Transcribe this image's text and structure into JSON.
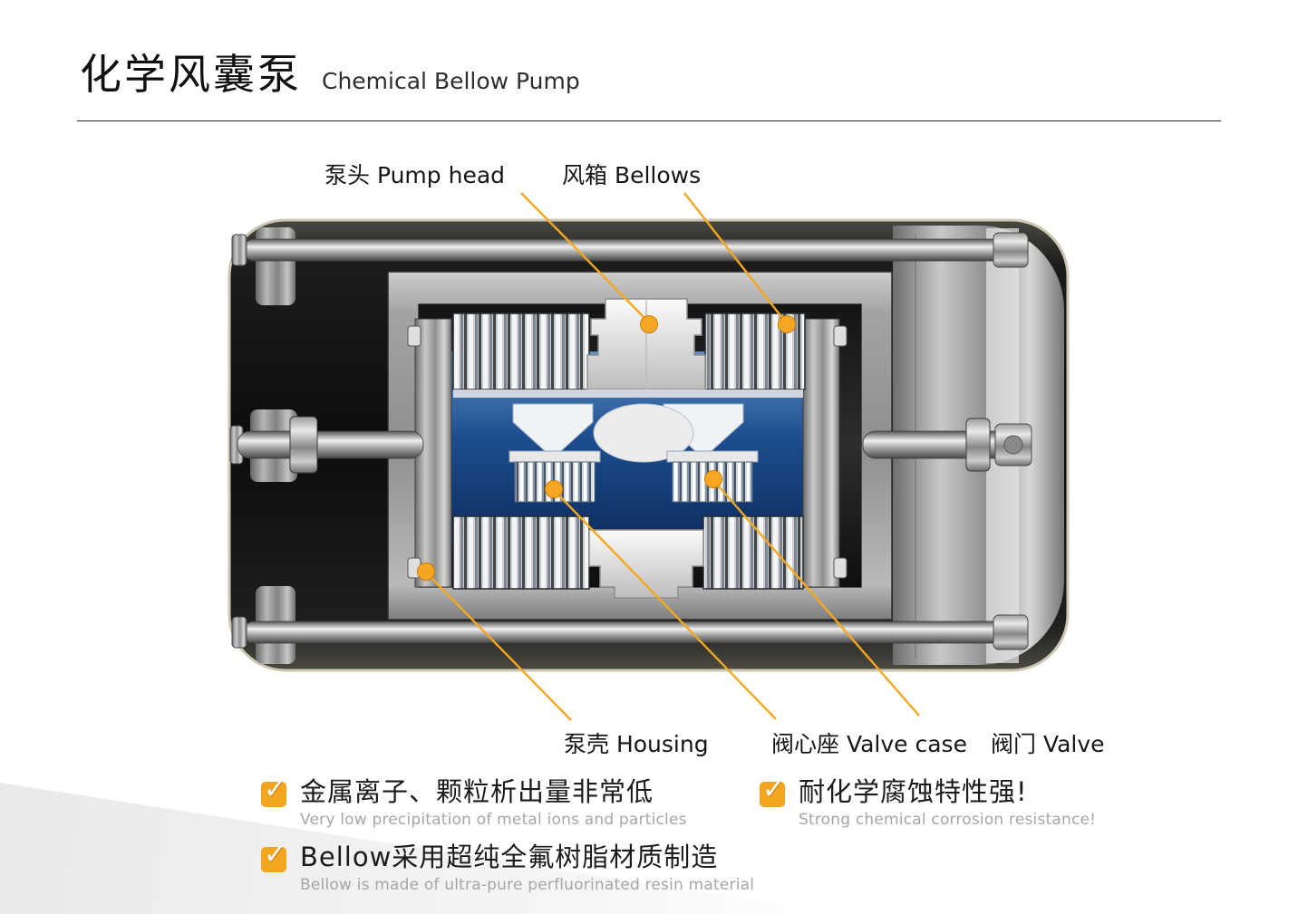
{
  "header": {
    "title_zh": "化学风囊泵",
    "title_en": "Chemical Bellow Pump"
  },
  "diagram": {
    "labels": {
      "pump_head": "泵头 Pump head",
      "bellows": "风箱 Bellows",
      "housing": "泵壳 Housing",
      "valve_case": "阀心座 Valve case",
      "valve": "阀门 Valve"
    }
  },
  "features": [
    {
      "zh": "金属离子、颗粒析出量非常低",
      "en": "Very low precipitation of metal ions and particles"
    },
    {
      "zh": "耐化学腐蚀特性强!",
      "en": "Strong chemical corrosion resistance!"
    },
    {
      "zh": "Bellow采用超纯全氟树脂材质制造",
      "en": "Bellow is made of ultra-pure perfluorinated resin material"
    }
  ],
  "icons": {
    "check": "✓"
  },
  "colors": {
    "accent_orange": "#F2A51F",
    "chamber_blue": "#1D4D8E",
    "body_dark": "#141414",
    "metal_light": "#C9C9C9",
    "outline_beige": "#CDC6B2"
  }
}
